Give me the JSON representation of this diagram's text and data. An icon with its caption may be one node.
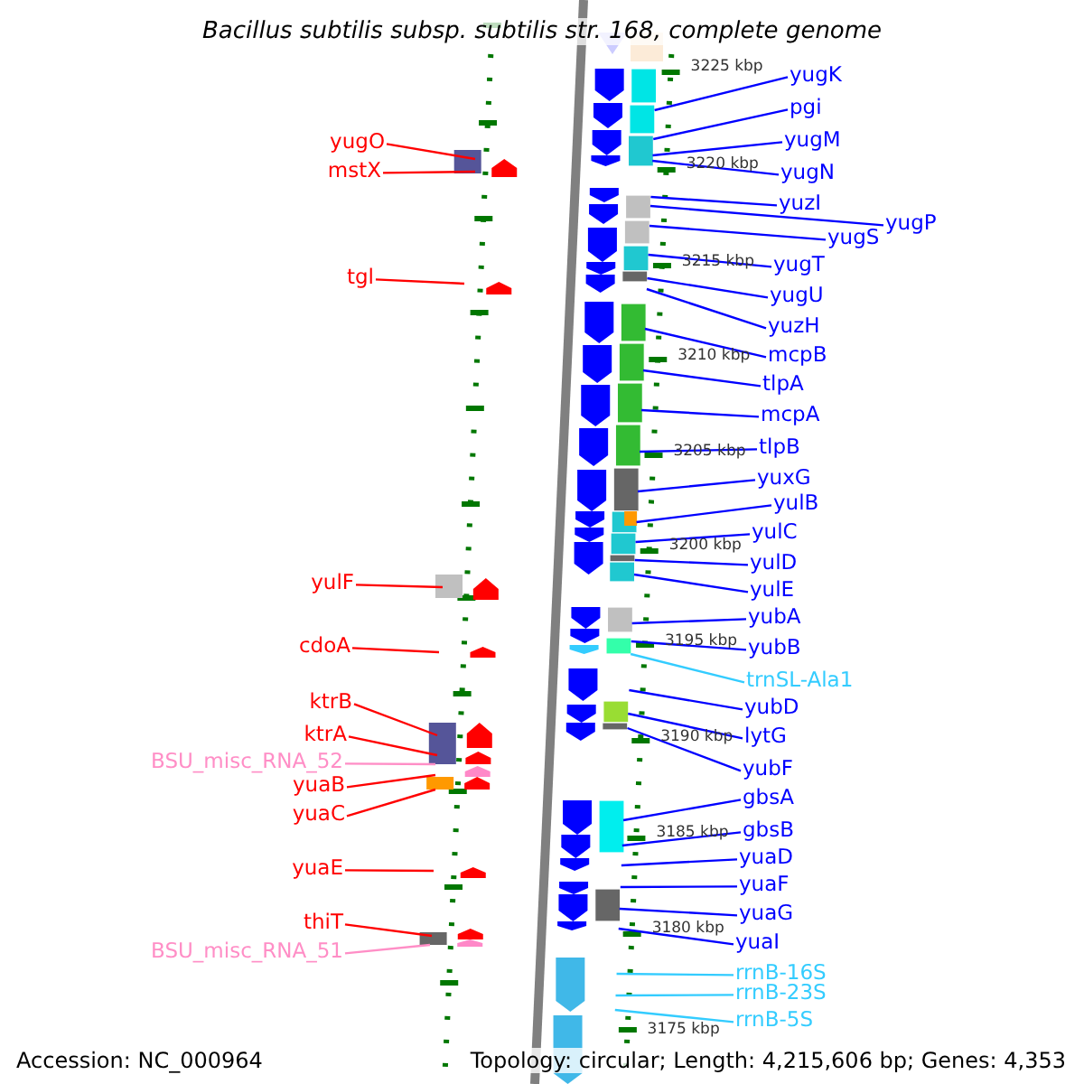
{
  "diagram": {
    "title": "Bacillus subtilis subsp. subtilis str. 168, complete genome",
    "nodes": [
      {
        "text": [
          "yugO"
        ]
      },
      {
        "text": [
          "mstX"
        ]
      },
      {
        "text": [
          "tgl"
        ]
      },
      {
        "text": [
          "yulF"
        ]
      },
      {
        "text": [
          "cdoA"
        ]
      },
      {
        "text": [
          "ktrB"
        ]
      },
      {
        "text": [
          "ktrA"
        ]
      },
      {
        "text": [
          "BSU_misc_RNA_52"
        ]
      },
      {
        "text": [
          "yuaB"
        ]
      },
      {
        "text": [
          "yuaC"
        ]
      },
      {
        "text": [
          "yuaE"
        ]
      },
      {
        "text": [
          "thiT"
        ]
      },
      {
        "text": [
          "BSU_misc_RNA_51"
        ]
      },
      {
        "text": [
          "yugK"
        ]
      },
      {
        "text": [
          "pgi"
        ]
      },
      {
        "text": [
          "yugM"
        ]
      },
      {
        "text": [
          "yugN"
        ]
      },
      {
        "text": [
          "yuzI"
        ]
      },
      {
        "text": [
          "yugP"
        ]
      },
      {
        "text": [
          "yugS"
        ]
      },
      {
        "text": [
          "yugT"
        ]
      },
      {
        "text": [
          "yugU"
        ]
      },
      {
        "text": [
          "yuzH"
        ]
      },
      {
        "text": [
          "mcpB"
        ]
      },
      {
        "text": [
          "tlpA"
        ]
      },
      {
        "text": [
          "mcpA"
        ]
      },
      {
        "text": [
          "tlpB"
        ]
      },
      {
        "text": [
          "yuxG"
        ]
      },
      {
        "text": [
          "yulB"
        ]
      },
      {
        "text": [
          "yulC"
        ]
      },
      {
        "text": [
          "yulD"
        ]
      },
      {
        "text": [
          "yulE"
        ]
      },
      {
        "text": [
          "yubA"
        ]
      },
      {
        "text": [
          "yubB"
        ]
      },
      {
        "text": [
          "trnSL-Ala1"
        ]
      },
      {
        "text": [
          "yubD"
        ]
      },
      {
        "text": [
          "lytG"
        ]
      },
      {
        "text": [
          "yubF"
        ]
      },
      {
        "text": [
          "gbsA"
        ]
      },
      {
        "text": [
          "gbsB"
        ]
      },
      {
        "text": [
          "yuaD"
        ]
      },
      {
        "text": [
          "yuaF"
        ]
      },
      {
        "text": [
          "yuaG"
        ]
      },
      {
        "text": [
          "yuaI"
        ]
      },
      {
        "text": [
          "rrnB-16S"
        ]
      },
      {
        "text": [
          "rrnB-23S"
        ]
      },
      {
        "text": [
          "rrnB-5S"
        ]
      }
    ],
    "edges": [
      {
        "from": 0,
        "to": null,
        "arrow": "none",
        "color": "#ff0000"
      },
      {
        "from": 1,
        "to": null,
        "arrow": "none",
        "color": "#ff0000"
      },
      {
        "from": 2,
        "to": null,
        "arrow": "none",
        "color": "#ff0000"
      },
      {
        "from": 3,
        "to": null,
        "arrow": "none",
        "color": "#ff0000"
      },
      {
        "from": 4,
        "to": null,
        "arrow": "none",
        "color": "#ff0000"
      },
      {
        "from": 5,
        "to": null,
        "arrow": "none",
        "color": "#ff0000"
      },
      {
        "from": 6,
        "to": null,
        "arrow": "none",
        "color": "#ff0000"
      },
      {
        "from": 7,
        "to": null,
        "arrow": "none",
        "color": "#ff8ec6"
      },
      {
        "from": 8,
        "to": null,
        "arrow": "none",
        "color": "#ff0000"
      },
      {
        "from": 9,
        "to": null,
        "arrow": "none",
        "color": "#ff0000"
      },
      {
        "from": 10,
        "to": null,
        "arrow": "none",
        "color": "#ff0000"
      },
      {
        "from": 11,
        "to": null,
        "arrow": "none",
        "color": "#ff0000"
      },
      {
        "from": 12,
        "to": null,
        "arrow": "none",
        "color": "#ff8ec6"
      },
      {
        "from": 13,
        "to": null,
        "arrow": "none"
      },
      {
        "from": 14,
        "to": null,
        "arrow": "none"
      },
      {
        "from": 15,
        "to": null,
        "arrow": "none"
      },
      {
        "from": 16,
        "to": null,
        "arrow": "none"
      },
      {
        "from": 17,
        "to": null,
        "arrow": "none"
      },
      {
        "from": 18,
        "to": null,
        "arrow": "none"
      },
      {
        "from": 19,
        "to": null,
        "arrow": "none"
      },
      {
        "from": 20,
        "to": null,
        "arrow": "none"
      },
      {
        "from": 21,
        "to": null,
        "arrow": "none"
      },
      {
        "from": 22,
        "to": null,
        "arrow": "none"
      },
      {
        "from": 23,
        "to": null,
        "arrow": "none"
      },
      {
        "from": 24,
        "to": null,
        "arrow": "none"
      },
      {
        "from": 25,
        "to": null,
        "arrow": "none"
      },
      {
        "from": 26,
        "to": null,
        "arrow": "none"
      },
      {
        "from": 27,
        "to": null,
        "arrow": "none"
      },
      {
        "from": 28,
        "to": null,
        "arrow": "none"
      },
      {
        "from": 29,
        "to": null,
        "arrow": "none"
      },
      {
        "from": 30,
        "to": null,
        "arrow": "none"
      },
      {
        "from": 31,
        "to": null,
        "arrow": "none"
      },
      {
        "from": 32,
        "to": null,
        "arrow": "none"
      },
      {
        "from": 33,
        "to": null,
        "arrow": "none"
      },
      {
        "from": 34,
        "to": null,
        "arrow": "none",
        "color": "#33ccff"
      },
      {
        "from": 35,
        "to": null,
        "arrow": "none"
      },
      {
        "from": 36,
        "to": null,
        "arrow": "none"
      },
      {
        "from": 37,
        "to": null,
        "arrow": "none"
      },
      {
        "from": 38,
        "to": null,
        "arrow": "none"
      },
      {
        "from": 39,
        "to": null,
        "arrow": "none"
      },
      {
        "from": 40,
        "to": null,
        "arrow": "none"
      },
      {
        "from": 41,
        "to": null,
        "arrow": "none"
      },
      {
        "from": 42,
        "to": null,
        "arrow": "none"
      },
      {
        "from": 43,
        "to": null,
        "arrow": "none"
      },
      {
        "from": 44,
        "to": null,
        "arrow": "none",
        "color": "#33ccff"
      },
      {
        "from": 45,
        "to": null,
        "arrow": "none",
        "color": "#33ccff"
      },
      {
        "from": 46,
        "to": null,
        "arrow": "none",
        "color": "#33ccff"
      }
    ],
    "labels": [
      "3225 kbp",
      "3220 kbp",
      "3215 kbp",
      "3210 kbp",
      "3205 kbp",
      "3200 kbp",
      "3195 kbp",
      "3190 kbp",
      "3185 kbp",
      "3180 kbp",
      "3175 kbp",
      "Accession: NC_000964",
      "Topology: circular; Length: 4,215,606 bp; Genes: 4,353"
    ]
  }
}
